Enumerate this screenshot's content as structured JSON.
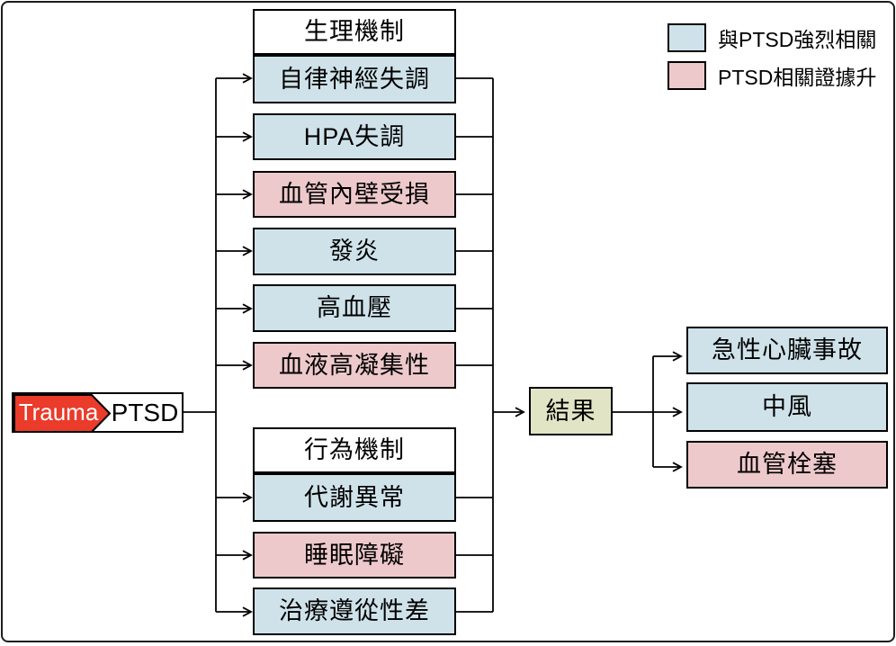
{
  "source": {
    "trauma_label": "Trauma",
    "ptsd_label": "PTSD"
  },
  "legend": {
    "items": [
      {
        "label": "與PTSD強烈相關",
        "tone": "blue",
        "color": "#cfe2ea"
      },
      {
        "label": "PTSD相關證據升",
        "tone": "pink",
        "color": "#eec9cb"
      }
    ]
  },
  "physiological": {
    "header": "生理機制",
    "items": [
      {
        "label": "自律神經失調",
        "tone": "blue"
      },
      {
        "label": "HPA失調",
        "tone": "blue"
      },
      {
        "label": "血管內壁受損",
        "tone": "pink"
      },
      {
        "label": "發炎",
        "tone": "blue"
      },
      {
        "label": "高血壓",
        "tone": "blue"
      },
      {
        "label": "血液高凝集性",
        "tone": "pink"
      }
    ]
  },
  "behavioral": {
    "header": "行為機制",
    "items": [
      {
        "label": "代謝異常",
        "tone": "blue"
      },
      {
        "label": "睡眠障礙",
        "tone": "pink"
      },
      {
        "label": "治療遵從性差",
        "tone": "blue"
      }
    ]
  },
  "result": {
    "label": "結果",
    "color": "#e1e5c5"
  },
  "outcomes": {
    "items": [
      {
        "label": "急性心臟事故",
        "tone": "blue"
      },
      {
        "label": "中風",
        "tone": "blue"
      },
      {
        "label": "血管栓塞",
        "tone": "pink"
      }
    ]
  },
  "colors": {
    "strong_association_blue": "#cfe2ea",
    "emerging_evidence_pink": "#eec9cb",
    "result_green": "#e1e5c5",
    "trauma_red": "#ea3b2b",
    "line_black": "#000000"
  }
}
